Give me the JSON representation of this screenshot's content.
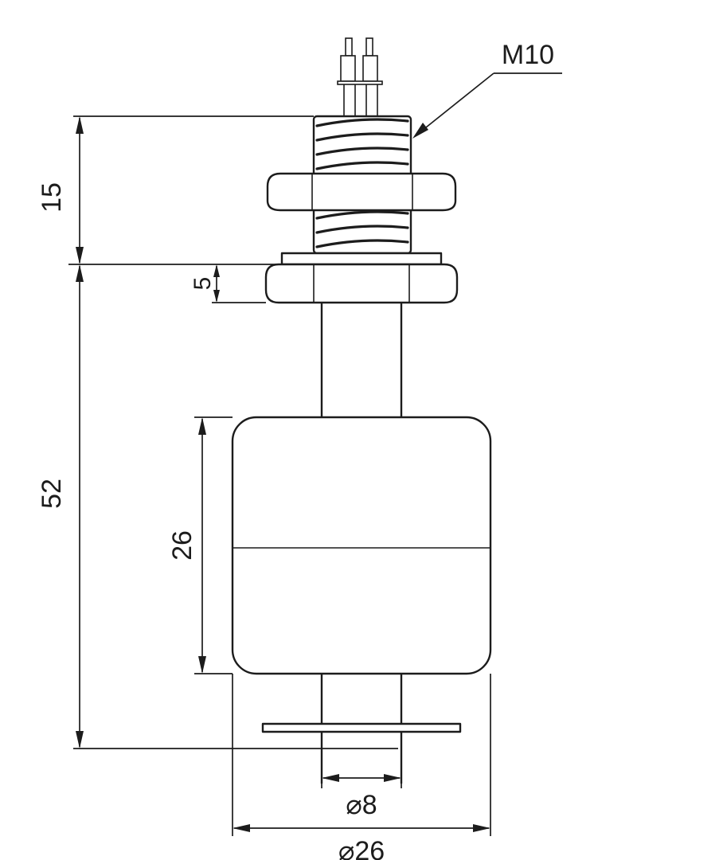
{
  "diagram": {
    "labels": {
      "thread_spec": "M10",
      "height_top": "15",
      "nut_thickness": "5",
      "height_bottom": "52",
      "float_height": "26",
      "stem_diameter": "⌀8",
      "float_diameter": "⌀26"
    },
    "colors": {
      "line": "#1c1c1c",
      "background": "#ffffff"
    }
  }
}
